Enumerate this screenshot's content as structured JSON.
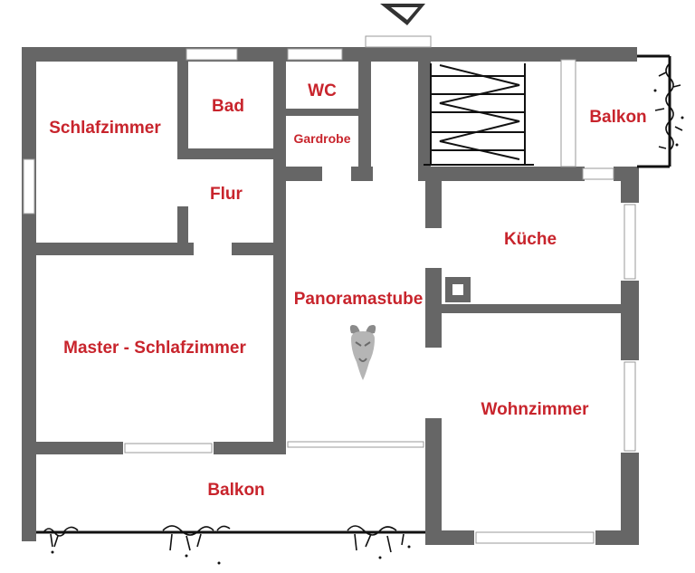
{
  "rooms": {
    "schlafzimmer": "Schlafzimmer",
    "bad": "Bad",
    "wc": "WC",
    "gardrobe": "Gardrobe",
    "flur": "Flur",
    "balkon_top": "Balkon",
    "kueche": "Küche",
    "panoramastube": "Panoramastube",
    "master_schlafzimmer": "Master - Schlafzimmer",
    "wohnzimmer": "Wohnzimmer",
    "balkon_bottom": "Balkon"
  },
  "colors": {
    "label": "#c8242c",
    "wall": "#666666",
    "background": "#ffffff"
  },
  "icons": {
    "entrance": "entrance-arrow-icon",
    "chamois": "chamois-head-icon"
  }
}
